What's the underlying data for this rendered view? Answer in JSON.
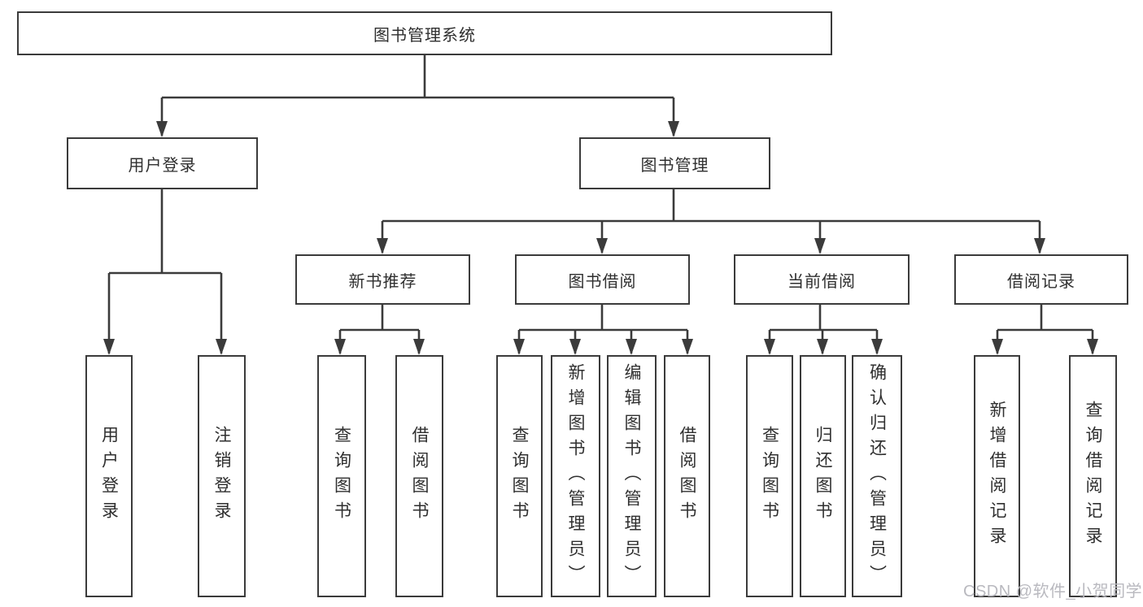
{
  "colors": {
    "line": "#3b3b3b",
    "text": "#2f2f2f",
    "watermark": "#b9b9bf"
  },
  "tree": {
    "root": "图书管理系统",
    "user_login": {
      "label": "用户登录",
      "children": [
        "用户登录",
        "注销登录"
      ]
    },
    "book_mgmt": {
      "label": "图书管理",
      "children": [
        {
          "label": "新书推荐",
          "children": [
            "查询图书",
            "借阅图书"
          ]
        },
        {
          "label": "图书借阅",
          "children": [
            "查询图书",
            "新增图书（管理员）",
            "编辑图书（管理员）",
            "借阅图书"
          ]
        },
        {
          "label": "当前借阅",
          "children": [
            "查询图书",
            "归还图书",
            "确认归还（管理员）"
          ]
        },
        {
          "label": "借阅记录",
          "children": [
            "新增借阅记录",
            "查询借阅记录"
          ]
        }
      ]
    }
  },
  "watermark": "CSDN @软件_小贺同学"
}
